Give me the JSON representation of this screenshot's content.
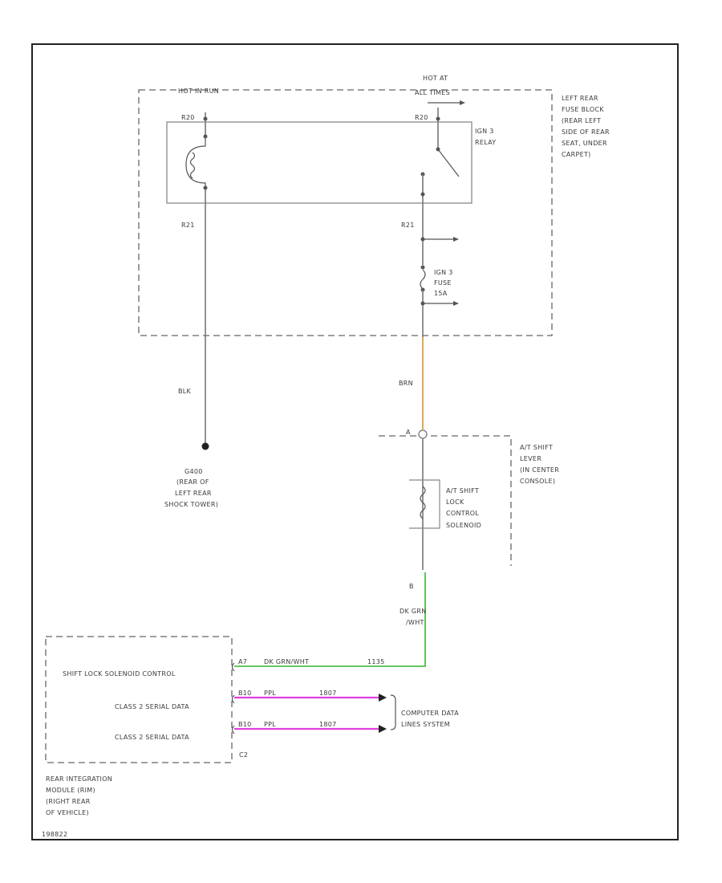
{
  "fuse_block": {
    "hot_label": "HOT IN RUN",
    "hot_at_label_1": "HOT AT",
    "hot_at_label_2": "ALL TIMES",
    "terminal_left_top": "R20",
    "terminal_right_top": "R20",
    "location_lines": [
      "LEFT REAR",
      "FUSE BLOCK",
      "(REAR LEFT",
      "SIDE OF REAR",
      "SEAT, UNDER",
      "CARPET)"
    ],
    "relay_label_lines": [
      "IGN 3",
      "RELAY"
    ],
    "terminal_left_bottom": "R21",
    "terminal_right_bottom": "R21",
    "fuse_label_lines": [
      "IGN 3",
      "FUSE",
      "15A"
    ]
  },
  "ground": {
    "wire_color": "BLK",
    "location_lines": [
      "G400",
      "(REAR OF",
      "LEFT REAR",
      "SHOCK TOWER)"
    ]
  },
  "brown_wire": {
    "label": "BRN",
    "wire_color": "#d9a441"
  },
  "shift_lever": {
    "location_lines": [
      "A/T SHIFT",
      "LEVER",
      "(IN CENTER",
      "CONSOLE)"
    ],
    "connector_pin": "A",
    "solenoid_lines": [
      "A/T SHIFT",
      "LOCK",
      "CONTROL",
      "SOLENOID"
    ],
    "bottom_pin": "B"
  },
  "green_wire": {
    "label_lines": [
      "DK GRN",
      "/WHT"
    ],
    "run_label": "DK GRN/WHT",
    "pin_left": "A7",
    "circuit": "1135",
    "wire_color": "#4fbf4f"
  },
  "module": {
    "rows": [
      "SHIFT LOCK SOLENOID CONTROL",
      "CLASS 2 SERIAL DATA",
      "CLASS 2 SERIAL DATA"
    ],
    "connector": "C2",
    "location_lines": [
      "REAR INTEGRATION",
      "MODULE (RIM)",
      "(RIGHT REAR",
      "OF VEHICLE)"
    ]
  },
  "serial_data": {
    "wire_color": "#e040e0",
    "line1": {
      "pin": "B10",
      "color": "PPL",
      "circuit": "1807"
    },
    "line2": {
      "pin": "B10",
      "color": "PPL",
      "circuit": "1807"
    },
    "destination_lines": [
      "COMPUTER DATA",
      "LINES SYSTEM"
    ]
  },
  "footer_code": "198822"
}
